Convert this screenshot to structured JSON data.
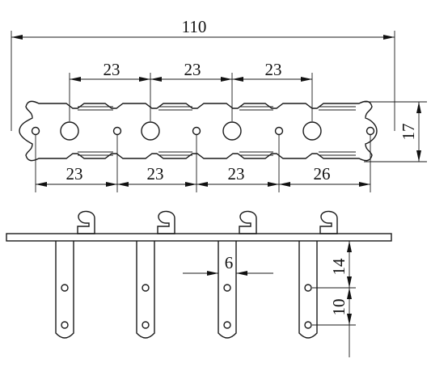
{
  "top_view": {
    "overall_length": "110",
    "hole_spacing_top": [
      "23",
      "23",
      "23"
    ],
    "hole_spacing_bottom": [
      "23",
      "23",
      "23",
      "26"
    ],
    "plate_height": "17"
  },
  "front_view": {
    "post_width": "6",
    "hole_offset": "14",
    "hole_spacing": "10"
  }
}
